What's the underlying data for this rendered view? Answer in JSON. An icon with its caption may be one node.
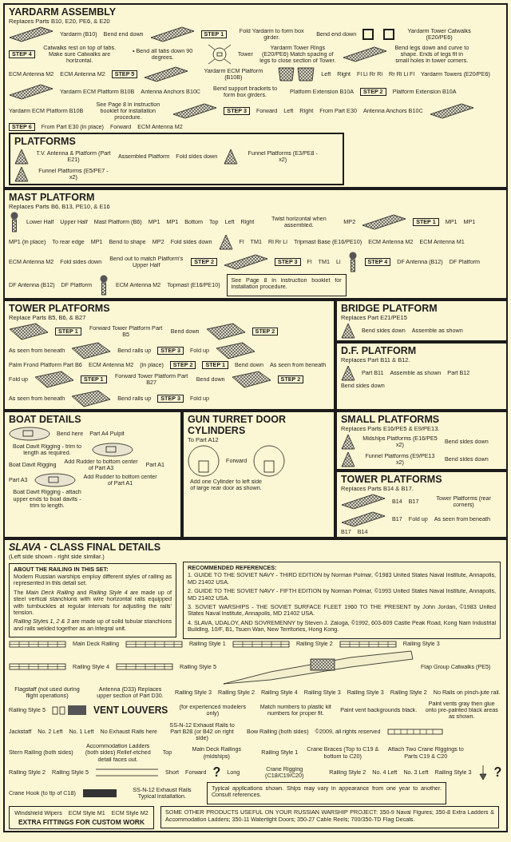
{
  "diagram": {
    "nodes": [
      {
        "text": [
          "YARDARM ASSEMBLY",
          "Replaces Parts B10, E20, PE6, & E20"
        ]
      },
      {
        "text": [
          "PLATFORMS"
        ],
        "in": 0
      },
      {
        "text": [
          "MAST PLATFORM",
          "Replaces Parts B6, B13, PE10, & E16"
        ]
      },
      {
        "text": [
          "See Page 8 in instruction booklet for installation procedure."
        ],
        "in": 2
      },
      {
        "text": [
          "TOWER PLATFORMS",
          "Replace Parts B5, B6, & B27"
        ]
      },
      {
        "text": [
          "BRIDGE PLATFORM",
          "Replaces Part E21/PE15"
        ]
      },
      {
        "text": [
          "D.F. PLATFORM",
          "Replaces Part B11 & B12."
        ]
      },
      {
        "text": [
          "BOAT DETAILS"
        ]
      },
      {
        "text": [
          "GUN TURRET DOOR CYLINDERS",
          "To Part A12"
        ]
      },
      {
        "text": [
          "SMALL PLATFORMS",
          "Replaces Parts E16/PE5 & E9/PE13."
        ]
      },
      {
        "text": [
          "TOWER PLATFORMS",
          "Replaces Parts B14 & B17."
        ]
      },
      {
        "text": [
          "*SLAVA* - CLASS FINAL DETAILS",
          "(Left side shown - right side similar.)"
        ]
      },
      {
        "text": [
          "ABOUT THE RAILING IN THIS SET:",
          "Modern Russian warships employ different styles of railing as represented in this detail set.",
          "The *Main Deck Railing* and *Railing Style 4* are made up of steel vertical stanchions with wire horizontal rails equipped with turnbuckles at regular intervals for adjusting the rails' tension.",
          "*Railing Styles 1, 2 & 3* are made up of solid tubular stanchions and rails welded together as an integral unit."
        ],
        "in": 11
      },
      {
        "text": [
          "Typical applications shown. Ships may vary in appearance from one year to another. Consult references."
        ],
        "in": 11
      },
      {
        "text": [
          "Windshield Wipers",
          "ECM Style M1",
          "ECM Style M2",
          "EXTRA FITTINGS FOR CUSTOM WORK"
        ],
        "in": 11
      },
      {
        "text": [
          "SOME OTHER PRODUCTS USEFUL ON YOUR RUSSIAN WARSHIP PROJECT: 350-9 Naval Figures; 350-8 Extra Ladders & Accommodation Ladders; 350-11 Watertight Doors; 350-27 Cable Reels; 700/350-TD Flag Decals."
        ],
        "in": 11
      },
      {
        "text": [
          "RECOMMENDED REFERENCES:",
          "1. GUIDE TO THE SOVIET NAVY - THIRD EDITION by Norman Polmar, ©1983 United States Naval Institute, Annapolis, MD 21402 USA.",
          "2. GUIDE TO THE SOVIET NAVY - FIFTH EDITION by Norman Polmar, ©1993 United States Naval Institute, Annapolis, MD 21402 USA.",
          "3. SOVIET WARSHIPS - THE SOVIET SURFACE FLEET 1960 TO THE PRESENT by John Jordan, ©1983 United States Naval Institute, Annapolis, MD 21402 USA.",
          "4. SLAVA, UDALOY, AND SOVREMENNY by Steven J. Zaloga, ©1992, 603-609 Castle Peak Road, Kong Nam Industrial Building, 10/F, B1, Tsuen Wan, New Territories, Hong Kong."
        ],
        "in": 11
      }
    ],
    "labels": [
      "Yardarm (B10)",
      "Bend end down",
      "STEP 1",
      "Fold Yardarm to form box girder.",
      "Bend end down",
      "Yardarm Tower Catwalks (E20/PE6)",
      "STEP 4",
      "Catwalks rest on top of tabs. Make sure Catwalks are horizontal.",
      "• Bend all tabs down 90 degrees.",
      "Tower",
      "Yardarm Tower Rings (E20/PE6) Match spacing of legs to close section of Tower.",
      "Bend legs down and curve to shape. Ends of legs fit in small holes in tower corners.",
      "ECM Antenna M2",
      "ECM Antenna M2",
      "STEP 5",
      "Yardarm ECM Platform (B10B)",
      "Left",
      "Right",
      "Fl Li Rr Ri",
      "Rr Ri Li Fl",
      "Yardarm Towers (E20/PE6)",
      "Yardarm ECM Platform B10B",
      "Antenna Anchors B10C",
      "Bend support brackets to form box girders.",
      "Platform Extension B10A",
      "STEP 2",
      "Platform Extension B10A",
      "Yardarm ECM Platform B10B",
      "See Page 8 in instruction booklet for installation procedure.",
      "STEP 3",
      "Forward",
      "Left",
      "Right",
      "From Part E30",
      "Antenna Anchors B10C",
      "STEP 6",
      "From Part E30 (in place)",
      "Forward",
      "ECM Antenna M2",
      "T.V. Antenna & Platform (Part E21)",
      "Assembled Platform",
      "Fold sides down",
      "Funnel Platforms (E3/PE8 - x2)",
      "Funnel Platforms (E5/PE7 - x2)",
      "Lower Half",
      "Upper Half",
      "Mast Platform (B6)",
      "MP1",
      "MP1",
      "Bottom",
      "Top",
      "Left",
      "Right",
      "Twist horizontal when assembled.",
      "MP2",
      "STEP 1",
      "MP1",
      "MP1",
      "MP1 (in place)",
      "To rear edge",
      "MP1",
      "Bend to shape",
      "MP2",
      "Fold sides down",
      "Fl",
      "TM1",
      "Rl Rr Li",
      "Tripmast Base (E16/PE10)",
      "ECM Antenna M2",
      "ECM Antenna M1",
      "ECM Antenna M2",
      "Fold sides down",
      "Bend out to match Platform's Upper Half",
      "STEP 2",
      "STEP 3",
      "Fl",
      "TM1",
      "Li",
      "STEP 4",
      "DF Antenna (B12)",
      "DF Platform",
      "DF Antenna (B12)",
      "DF Platform",
      "ECM Antenna M2",
      "Topmast (E16/PE10)",
      "STEP 1",
      "Forward Tower Platform Part B5",
      "Bend down",
      "STEP 2",
      "As seen from beneath",
      "Bend rails up",
      "STEP 3",
      "Fold up",
      "Palm Frond Platform Part B6",
      "ECM Antenna M2",
      "(in place)",
      "STEP 2",
      "STEP 1",
      "Bend down",
      "As seen from beneath",
      "Fold up",
      "STEP 1",
      "Forward Tower Platform Part B27",
      "Bend down",
      "STEP 2",
      "As seen from beneath",
      "Bend rails up",
      "STEP 3",
      "Fold up",
      "Bend sides down",
      "Assemble as shown",
      "Part B11",
      "Assemble as shown",
      "Part B12",
      "Bend sides down",
      "Bend here",
      "Part A4 Pulpit",
      "Boat Davit Rigging - trim to length as required.",
      "Boat Davit Rigging",
      "Add Rudder to bottom center of Part A3",
      "Part A1",
      "Part A3",
      "Add Rudder to bottom center of Part A1",
      "Boat Davit Rigging - attach upper ends to boat davits - trim to length.",
      "Forward",
      "Add one Cylinder to left side of large rear door as shown.",
      "Midships Platforms (E16/PE5 x2)",
      "Bend sides down",
      "Funnel Platforms (E9/PE13 x2)",
      "Bend sides down",
      "B14",
      "B17",
      "Tower Platforms (rear corners)",
      "B17",
      "Fold up",
      "As seen from beneath",
      "B17",
      "B14",
      "Main Deck Railing",
      "Railing Style 1",
      "Railing Style 2",
      "Railing Style 3",
      "Railing Style 4",
      "Railing Style 5",
      "Flap Group Catwalks (PE5)",
      "Flagstaff (not used during flight operations)",
      "Antenna (D33) Replaces upper section of Part D30.",
      "Railing Style 3",
      "Railing Style 2",
      "Railing Style 4",
      "Railing Style 3",
      "Railing Style 3",
      "Railing Style 2",
      "No Rails on pinch-jute rail.",
      "Railing Style 5",
      "VENT LOUVERS",
      "(for experienced modelers only)",
      "Match numbers to plastic kit numbers for proper fit.",
      "Paint vent backgrounds black.",
      "Paint vents gray then glue onto pre-painted black areas as shown.",
      "Jackstaff",
      "No. 2 Left",
      "No. 1 Left",
      "No Exhaust Rails here",
      "SS-N-12 Exhaust Rails to Part B28 (or B42 on right side)",
      "Bow Railing (both sides)",
      "©2009, all rights reserved",
      "Stern Railing (both sides)",
      "Accommodation Ladders (both sides) Relief-etched detail faces out.",
      "Top",
      "Main Deck Railings (midships)",
      "Railing Style 1",
      "Crane Braces (Top to C19 & bottom to C20)",
      "Attach Two Crane Riggings to Parts C19 & C20",
      "Railing Style 2",
      "Railing Style 5",
      "Short",
      "Forward",
      "?",
      "Long",
      "Crane Rigging (C18/C19/C20)",
      "Railing Style 2",
      "No. 4 Left",
      "No. 3 Left",
      "Railing Style 3",
      "?",
      "Crane Hook (to tip of C18)",
      "SS-N-12 Exhaust Rails Typical installation."
    ]
  }
}
